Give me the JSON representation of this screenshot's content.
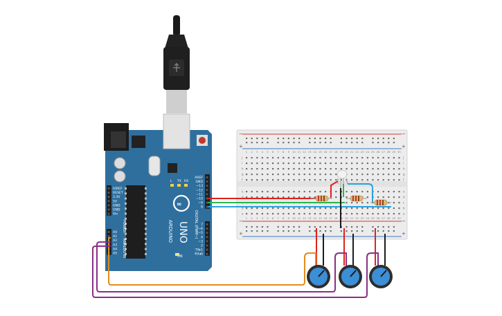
{
  "colors": {
    "board": "#2f6f9e",
    "breadboard": "#ececec",
    "rail_red": "#d9322e",
    "rail_blue": "#3c79c0",
    "wire_red": "#e0201d",
    "wire_green": "#2db54a",
    "wire_blue": "#2aa1dd",
    "wire_black": "#1a1a1a",
    "wire_orange": "#e28d1c",
    "wire_purple": "#8a2d87",
    "knob": "#3c8ed6"
  },
  "board": {
    "brand": "ARDUINO",
    "model": "UNO",
    "header_top": [
      "AREF",
      "GND",
      "~13",
      "~12",
      "~11",
      "~10",
      "~9",
      "8"
    ],
    "header_bottom": [
      "7",
      "~6",
      "~5",
      "4",
      "~3",
      "2",
      "TX▸1",
      "RX◂0"
    ],
    "digital_label": "DIGITAL (PWM~)",
    "power_pins": [
      "IOREF",
      "RESET",
      "3.3V",
      "5V",
      "GND",
      "GND",
      "Vin"
    ],
    "power_label": "POWER",
    "analog_pins": [
      "A0",
      "A1",
      "A2",
      "A3",
      "A4",
      "A5"
    ],
    "analog_label": "ANALOG IN",
    "led_labels": [
      "L",
      "TX",
      "RX"
    ],
    "on_label": "ON"
  },
  "breadboard": {
    "col_numbers": [
      "1",
      "2",
      "3",
      "4",
      "5",
      "6",
      "7",
      "8",
      "9",
      "10",
      "11",
      "12",
      "13",
      "14",
      "15",
      "16",
      "17",
      "18",
      "19",
      "20",
      "21",
      "22",
      "23",
      "24",
      "25",
      "26",
      "27",
      "28",
      "29",
      "30"
    ],
    "top_rows": [
      "j",
      "i",
      "h",
      "g",
      "f"
    ],
    "bottom_rows": [
      "e",
      "d",
      "c",
      "b",
      "a"
    ],
    "rail_plus": "+",
    "rail_minus": "−"
  },
  "components": {
    "rgb_led": "rgb-led",
    "resistors": 3,
    "potentiometers": 3,
    "usb_cable": "usb-cable"
  }
}
